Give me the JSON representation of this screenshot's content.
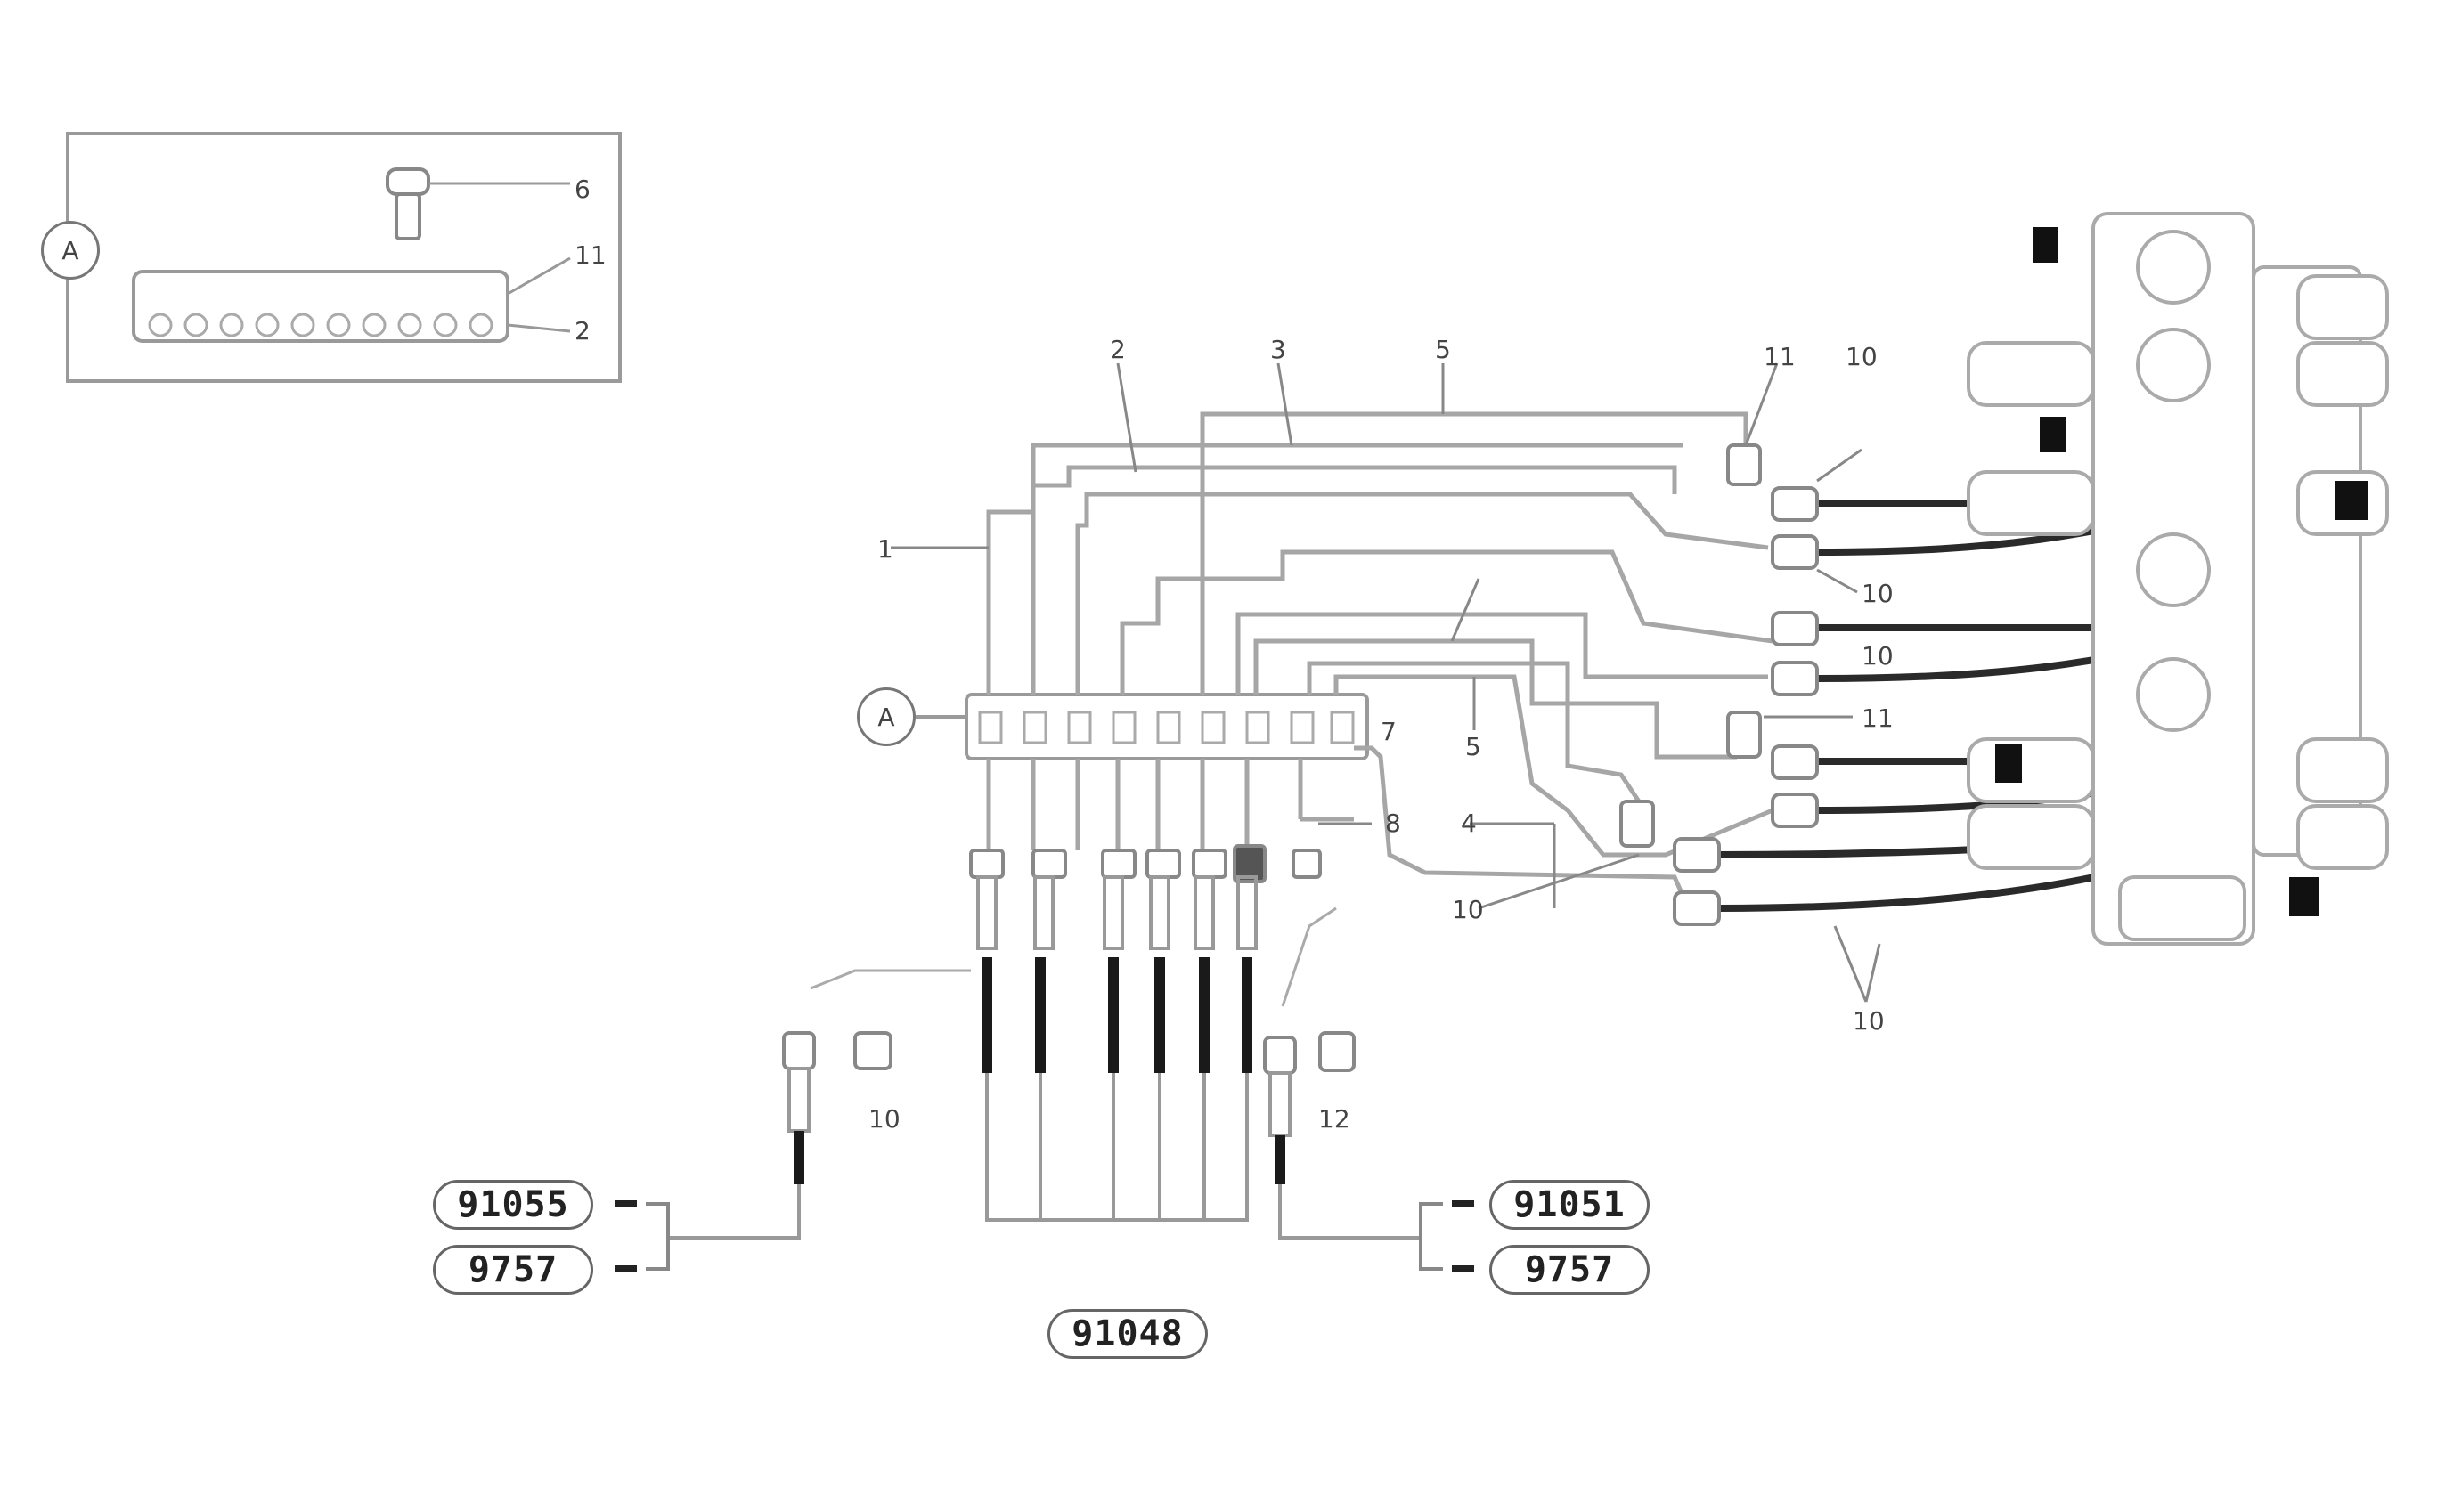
{
  "detail_marker": "A",
  "detail_callouts": [
    "6",
    "11",
    "2"
  ],
  "top_callouts": [
    "2",
    "3",
    "5",
    "11",
    "10"
  ],
  "side_callouts": [
    "1",
    "10",
    "10",
    "11",
    "7",
    "5",
    "8",
    "4",
    "10",
    "10",
    "10",
    "12"
  ],
  "refs": {
    "left_top": "91055",
    "left_bottom": "9757",
    "center": "91048",
    "right_top": "91051",
    "right_bottom": "9757"
  },
  "colors": {
    "line": "#8a8a8a",
    "dark": "#1a1a1a",
    "frame": "#999999"
  }
}
